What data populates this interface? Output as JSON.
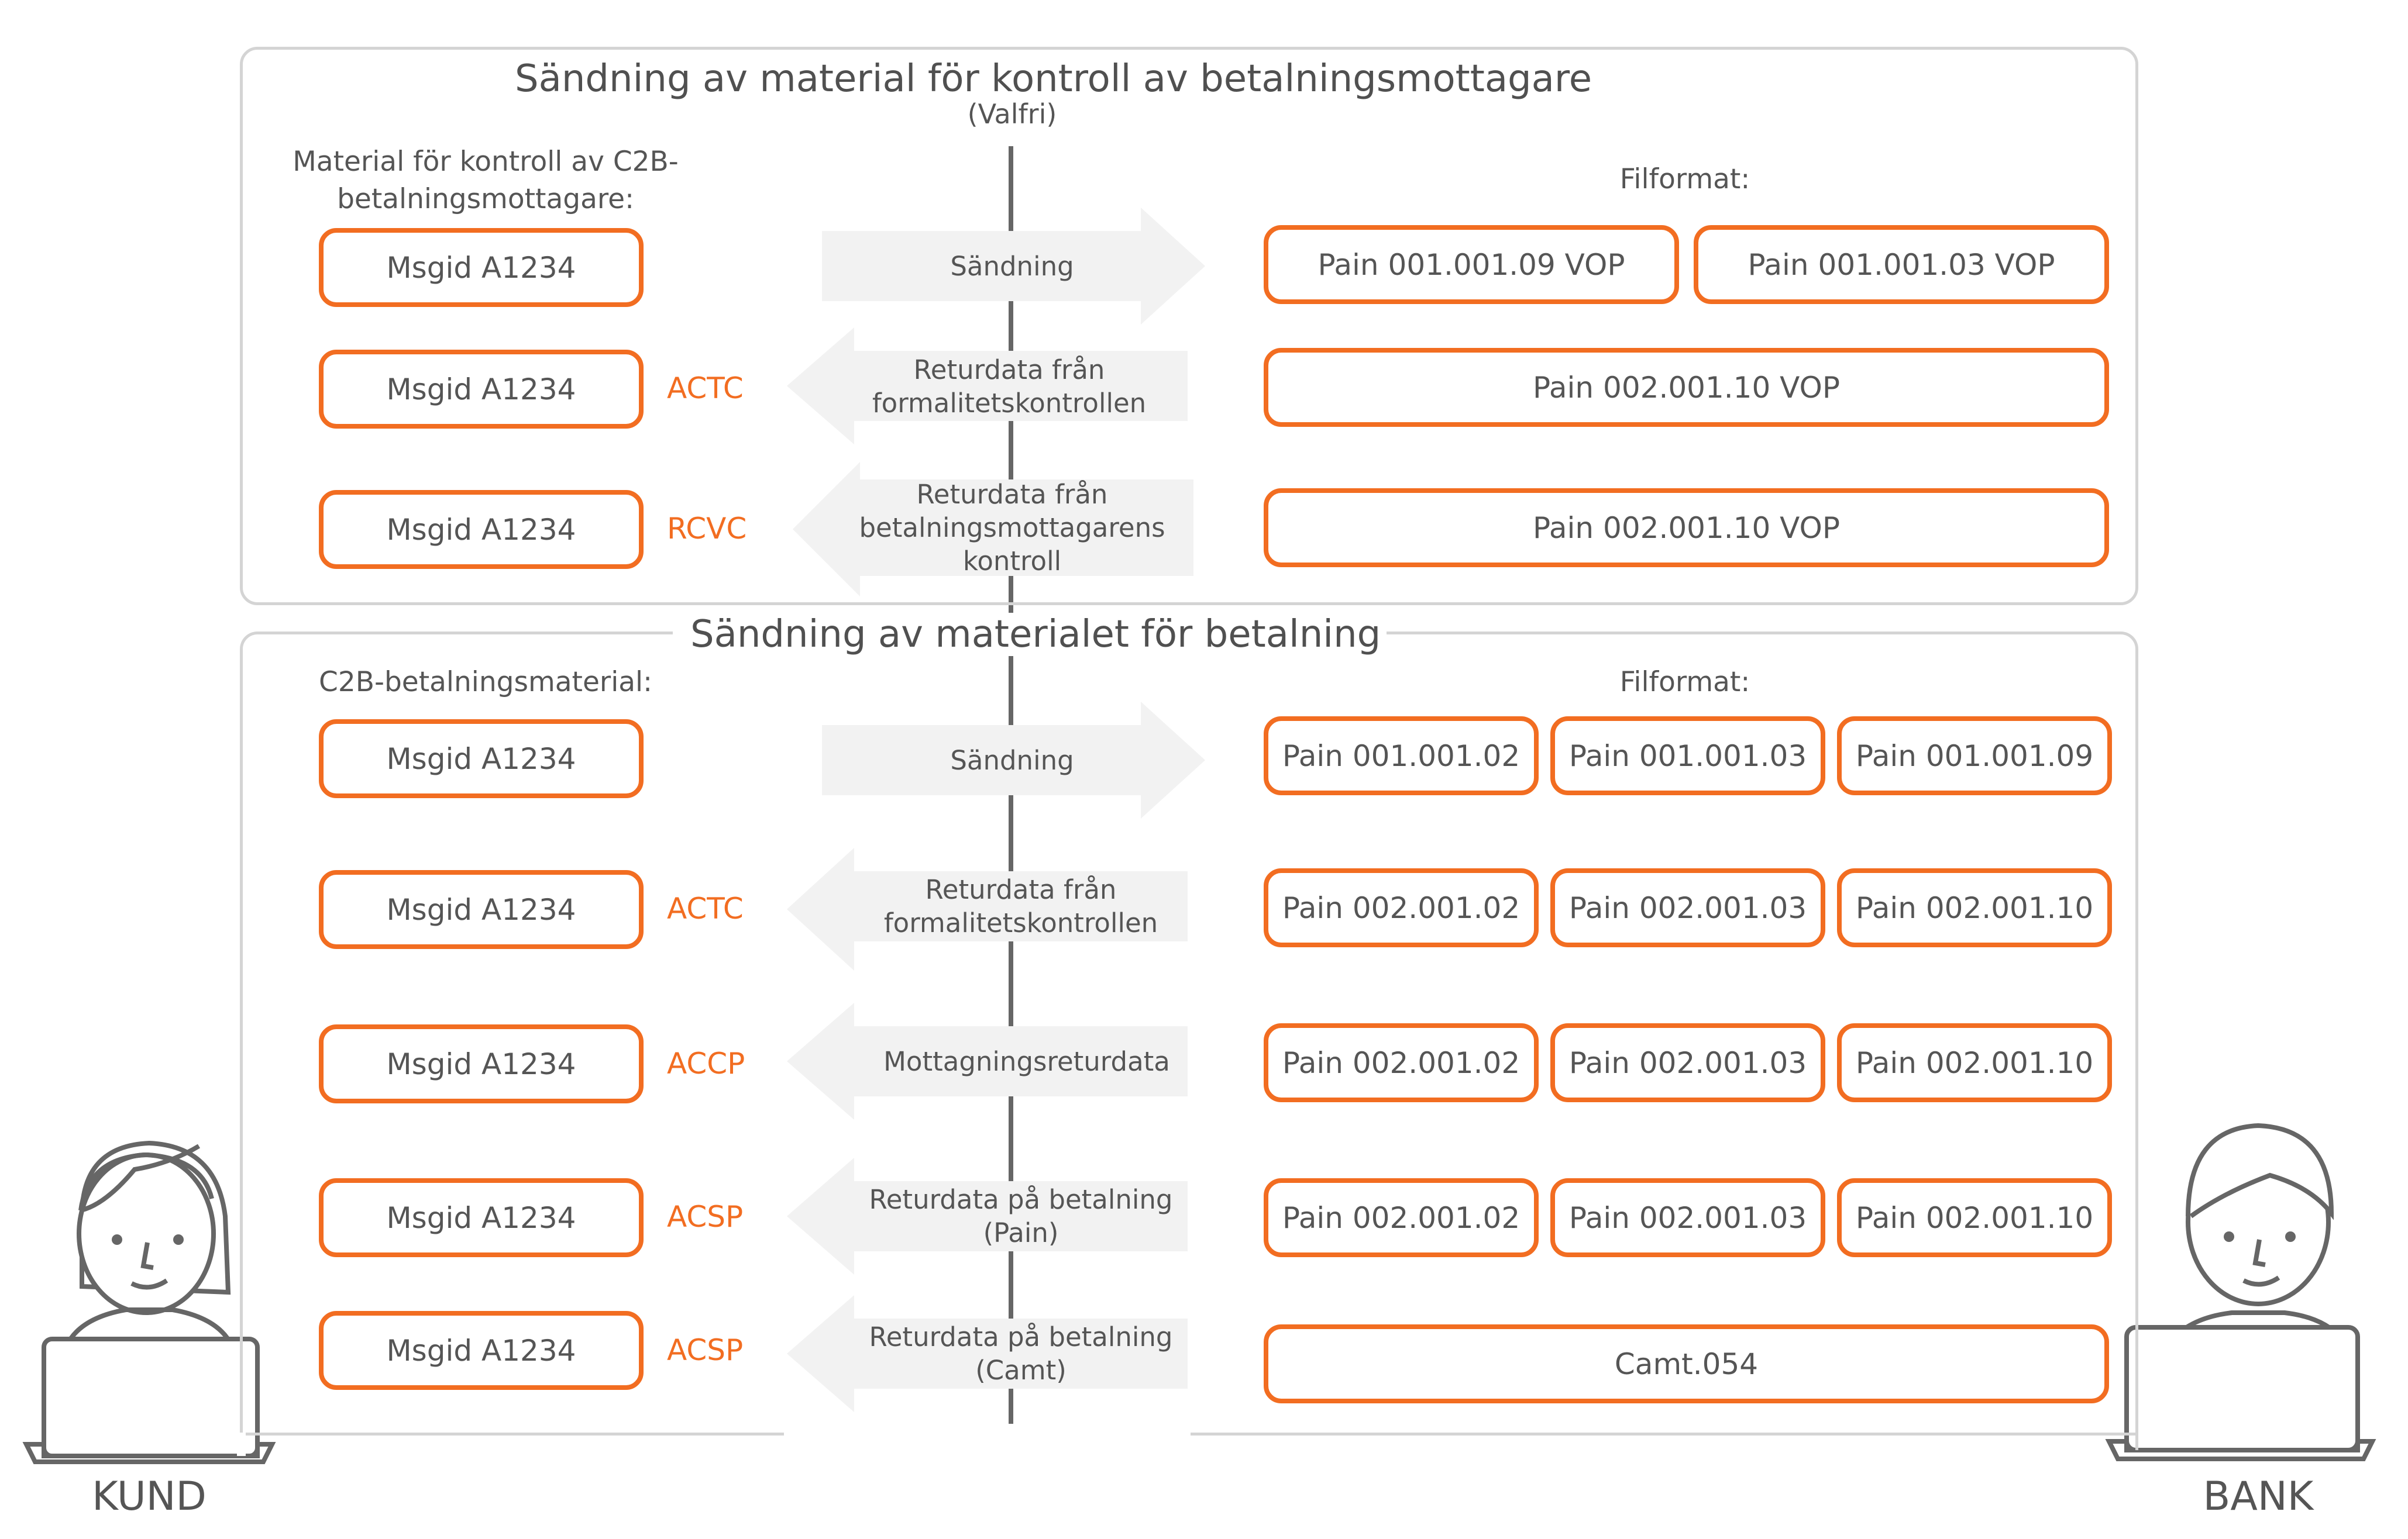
{
  "colors": {
    "accent": "#f26d21",
    "arrow_fill": "#f2f2f2",
    "panel_border": "#d4d4d4",
    "text": "#555555"
  },
  "top": {
    "title": "Sändning av material för kontroll av betalningsmottagare",
    "subtitle": "(Valfri)",
    "left_caption": "Material för kontroll av C2B-betalningsmottagare:",
    "right_caption": "Filformat:",
    "rows": [
      {
        "msg": "Msgid A1234",
        "code": "",
        "arrow": "Sändning",
        "direction": "right",
        "formats": [
          "Pain 001.001.09 VOP",
          "Pain 001.001.03 VOP"
        ]
      },
      {
        "msg": "Msgid A1234",
        "code": "ACTC",
        "arrow": "Returdata från formalitetskontrollen",
        "direction": "left",
        "formats": [
          "Pain 002.001.10 VOP"
        ]
      },
      {
        "msg": "Msgid A1234",
        "code": "RCVC",
        "arrow": "Returdata från betalningsmottagarens kontroll",
        "direction": "left",
        "formats": [
          "Pain 002.001.10 VOP"
        ]
      }
    ]
  },
  "bottom": {
    "title": "Sändning av materialet för betalning",
    "left_caption": "C2B-betalningsmaterial:",
    "right_caption": "Filformat:",
    "rows": [
      {
        "msg": "Msgid A1234",
        "code": "",
        "arrow": "Sändning",
        "direction": "right",
        "formats": [
          "Pain 001.001.02",
          "Pain 001.001.03",
          "Pain 001.001.09"
        ]
      },
      {
        "msg": "Msgid A1234",
        "code": "ACTC",
        "arrow": "Returdata från formalitetskontrollen",
        "direction": "left",
        "formats": [
          "Pain 002.001.02",
          "Pain 002.001.03",
          "Pain 002.001.10"
        ]
      },
      {
        "msg": "Msgid A1234",
        "code": "ACCP",
        "arrow": "Mottagningsreturdata",
        "direction": "left",
        "formats": [
          "Pain 002.001.02",
          "Pain 002.001.03",
          "Pain 002.001.10"
        ]
      },
      {
        "msg": "Msgid A1234",
        "code": "ACSP",
        "arrow": "Returdata på betalning (Pain)",
        "direction": "left",
        "formats": [
          "Pain 002.001.02",
          "Pain 002.001.03",
          "Pain 002.001.10"
        ]
      },
      {
        "msg": "Msgid A1234",
        "code": "ACSP",
        "arrow": "Returdata på betalning (Camt)",
        "direction": "left",
        "formats": [
          "Camt.054"
        ]
      }
    ]
  },
  "people": {
    "left_label": "KUND",
    "right_label": "BANK"
  }
}
